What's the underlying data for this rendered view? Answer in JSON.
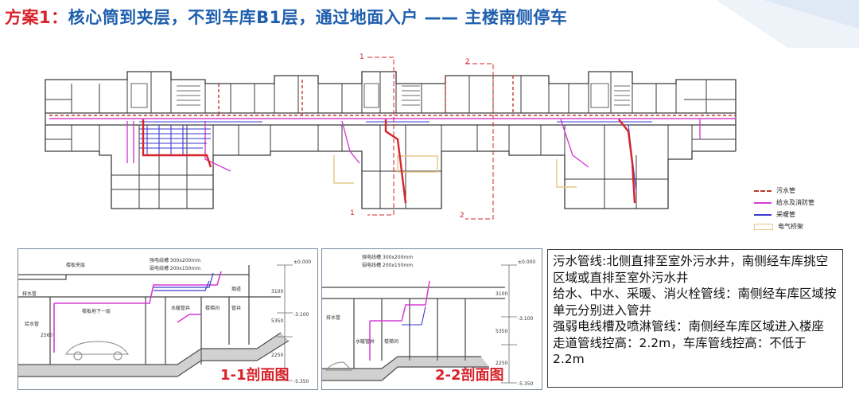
{
  "title": {
    "label": "方案1：",
    "text": "核心筒到夹层，不到车库B1层，通过地面入户 —— 主楼南侧停车"
  },
  "legend": [
    {
      "label": "污水管",
      "color": "#c0392b",
      "style": "dashed"
    },
    {
      "label": "给水及消防管",
      "color": "#d63bd6",
      "style": "solid"
    },
    {
      "label": "采暖管",
      "color": "#3a3ad0",
      "style": "solid"
    },
    {
      "label": "电气桥架",
      "color": "#e8c98a",
      "style": "box"
    }
  ],
  "section_markers": [
    "1",
    "2",
    "1",
    "2"
  ],
  "section1": {
    "caption": "1-1剖面图",
    "labels": [
      "楼板夹层",
      "强电线槽 300x200mm",
      "弱电线槽 200x150mm",
      "楼板地下一层",
      "水暖管井",
      "楼梯间",
      "管井",
      "烟道",
      "排水管",
      "给水管"
    ],
    "levels": [
      "±0.000",
      "-3.100",
      "-5.350"
    ],
    "dims": [
      "3100",
      "5350",
      "2250",
      "2560"
    ]
  },
  "section2": {
    "caption": "2-2剖面图",
    "labels": [
      "强电线槽 300x200mm",
      "弱电线槽 200x150mm",
      "水暖管井",
      "楼梯间",
      "排水管"
    ],
    "levels": [
      "±0.000",
      "-3.100",
      "-5.350"
    ],
    "dims": [
      "3100",
      "5350",
      "2250"
    ]
  },
  "notes": [
    "污水管线:北侧直排至室外污水井，南侧经车库挑空区域或直排至室外污水井",
    "给水、中水、采暖、消火栓管线：南侧经车库区域按单元分别进入管井",
    "强弱电线槽及喷淋管线：南侧经车库区域进入楼座",
    "走道管线控高：2.2m，车库管线控高：不低于2.2m"
  ]
}
